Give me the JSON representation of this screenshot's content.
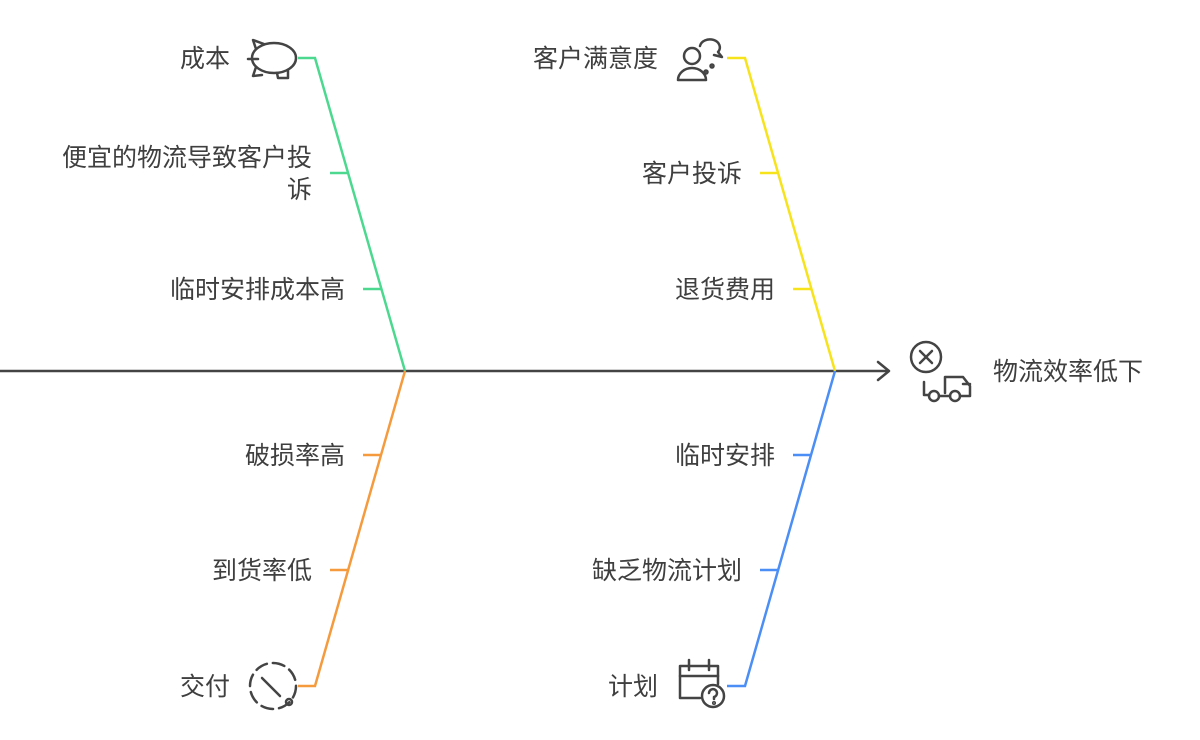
{
  "effect": {
    "label": "物流效率低下",
    "icon": "cancel-truck-icon"
  },
  "colors": {
    "spine": "#444444",
    "cost": "#4cd98f",
    "satisfaction": "#f7e31c",
    "delivery": "#f59b3d",
    "planning": "#4b8ef5"
  },
  "categories": {
    "cost": {
      "label": "成本",
      "icon": "piggy-bank-icon",
      "causes": [
        "便宜的物流导致客户投",
        "诉",
        "临时安排成本高"
      ]
    },
    "satisfaction": {
      "label": "客户满意度",
      "icon": "user-chat-icon",
      "causes": [
        "客户投诉",
        "退货费用"
      ]
    },
    "delivery": {
      "label": "交付",
      "icon": "dashed-clock-icon",
      "causes": [
        "破损率高",
        "到货率低"
      ]
    },
    "planning": {
      "label": "计划",
      "icon": "calendar-question-icon",
      "causes": [
        "临时安排",
        "缺乏物流计划"
      ]
    }
  }
}
